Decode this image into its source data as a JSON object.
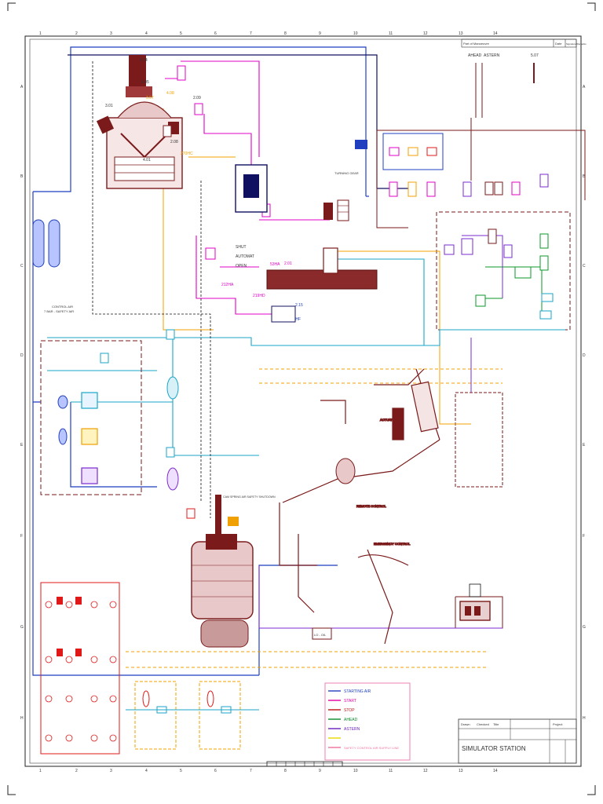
{
  "frame": {
    "top_numbers": [
      "1",
      "2",
      "3",
      "4",
      "5",
      "6",
      "7",
      "8",
      "9",
      "10",
      "11",
      "12",
      "13",
      "14"
    ],
    "bottom_numbers": [
      "1",
      "2",
      "3",
      "4",
      "5",
      "6",
      "7",
      "8",
      "9",
      "10",
      "11",
      "12",
      "13",
      "14"
    ],
    "side_letters": [
      "A",
      "B",
      "C",
      "D",
      "E",
      "F",
      "G",
      "H"
    ]
  },
  "header_block": {
    "left": "Part of Manoeuvre",
    "mid": "Date",
    "right": "Signature/Remarks"
  },
  "telegraph": {
    "ahead": "AHEAD",
    "astern": "ASTERN",
    "ref": "5.07"
  },
  "engine_labels": {
    "ref_404": "4.04",
    "ref_405": "4.05",
    "ref_301": "3.01",
    "ref_307": "3.07",
    "ref_401": "4.01",
    "ref_408": "4.08",
    "ref_209": "2.09",
    "ref_208": "2.08",
    "ref_201": "2.01",
    "ref_215": "2.15",
    "ref_270hc": "270HC",
    "ref_53ha": "53HA",
    "ref_219hd": "219HD",
    "ref_130hf": "130HF",
    "ref_212ha": "212HA"
  },
  "control_labels": {
    "shut": "SHUT",
    "automat": "AUTOMAT",
    "open": "OPEN",
    "turning_gear": "TURNING GEAR",
    "control_air": "CONTROL AIR",
    "safety_air": "7 BAR - SAFETY AIR",
    "remote_control": "REMOTE CONTROL",
    "emergency_control": "EMERGENCY CONTROL",
    "actuator": "ACTUATOR",
    "cam_spring": "CAM SPRING AIR SAFETY SHUTDOWN",
    "oil_label": "LO - OIL"
  },
  "legend": {
    "items": [
      {
        "label": "STARTING AIR",
        "color": "#1f3fbf"
      },
      {
        "label": "START",
        "color": "#e000a0"
      },
      {
        "label": "STOP",
        "color": "#b11"
      },
      {
        "label": "AHEAD",
        "color": "#0a8a2a"
      },
      {
        "label": "ASTERN",
        "color": "#6a1fbf"
      },
      {
        "label": "",
        "color": "#e8d800"
      },
      {
        "label": "SAFETY CONTROL AIR SUPPLY LINE",
        "color": "#f070a0"
      }
    ]
  },
  "title_block": {
    "drawn": "Drawn",
    "checked": "Checked",
    "title_left": "Title",
    "proj": "Project",
    "name": "SIMULATOR STATION"
  },
  "colors": {
    "maroon": "#7a1a1a",
    "blue": "#1f3fbf",
    "magenta": "#e000c8",
    "orange": "#f0a000",
    "cyan": "#18a6c8",
    "green": "#0a9a2a",
    "purple": "#7a2ad0",
    "red": "#e01818",
    "navy": "#101060",
    "yellow": "#e8d800",
    "pink": "#f080b0"
  }
}
